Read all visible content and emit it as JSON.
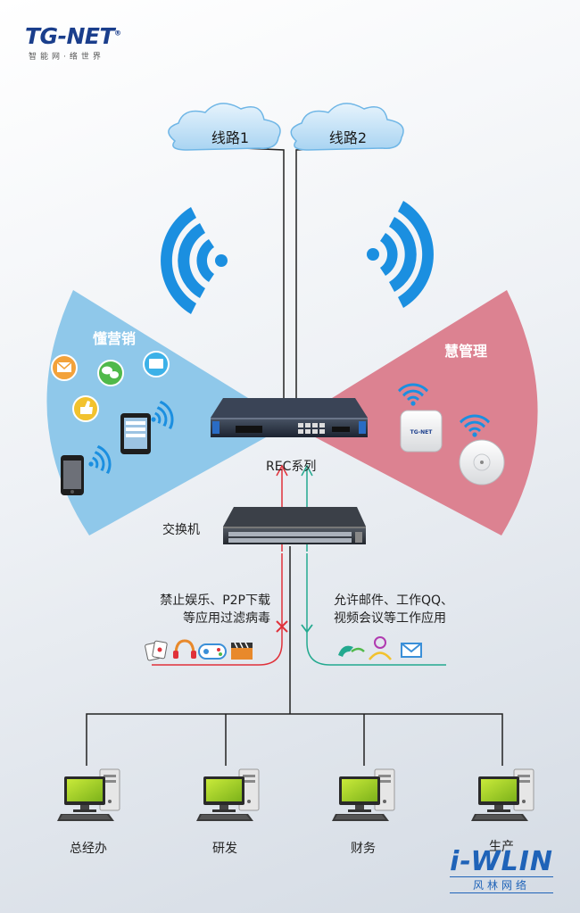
{
  "brand": {
    "name": "TG-NET",
    "registered": "®",
    "tagline": "智能网·络世界"
  },
  "clouds": [
    {
      "label": "线路1"
    },
    {
      "label": "线路2"
    }
  ],
  "sections": {
    "left_title": "懂营销",
    "right_title": "慧管理"
  },
  "devices": {
    "router_label": "REC系列",
    "switch_label": "交换机",
    "ap_logo": "TG-NET"
  },
  "policies": {
    "block": [
      "禁止娱乐、P2P下载",
      "等应用过滤病毒"
    ],
    "allow": [
      "允许邮件、工作QQ、",
      "视频会议等工作应用"
    ]
  },
  "departments": [
    "总经办",
    "研发",
    "财务",
    "生产"
  ],
  "watermark": {
    "main": "i-WLIN",
    "sub": "风林网络"
  },
  "colors": {
    "left_fan": "#8fc8ea",
    "right_fan": "#dc8291",
    "wifi": "#1b8fe0",
    "blocked_line": "#e0313a",
    "allowed_line": "#23a98f",
    "brand_blue": "#1a3e8c"
  }
}
